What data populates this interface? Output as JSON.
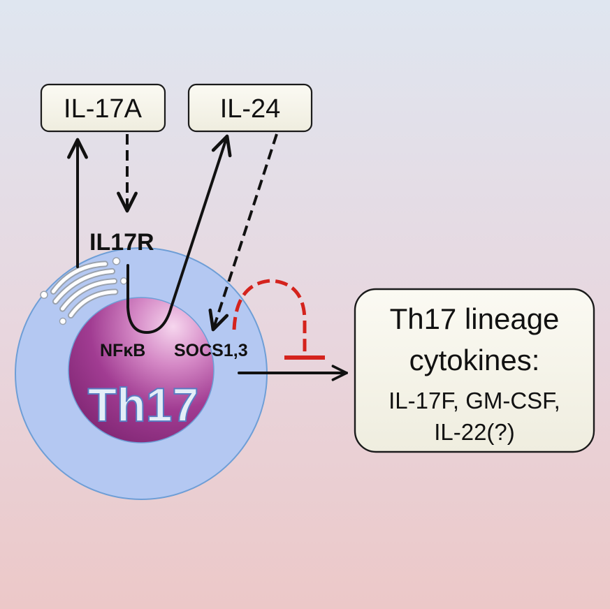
{
  "boxes": {
    "il17a": "IL-17A",
    "il24": "IL-24"
  },
  "labels": {
    "il17r": "IL17R",
    "nfkb": "NFκB",
    "socs": "SOCS1,3",
    "cell": "Th17"
  },
  "output_box": {
    "line1": "Th17 lineage",
    "line2": "cytokines:",
    "line3": "IL-17F, GM-CSF,",
    "line4": "IL-22(?)"
  },
  "colors": {
    "bg_top": "#dfe6f0",
    "bg_bottom": "#ecc8c8",
    "cell_outer": "#b4c8f2",
    "cell_border": "#6e9ed6",
    "nucleus_light": "#f2c8e8",
    "nucleus_dark": "#8e2a80",
    "inhibition_red": "#d4231d"
  }
}
